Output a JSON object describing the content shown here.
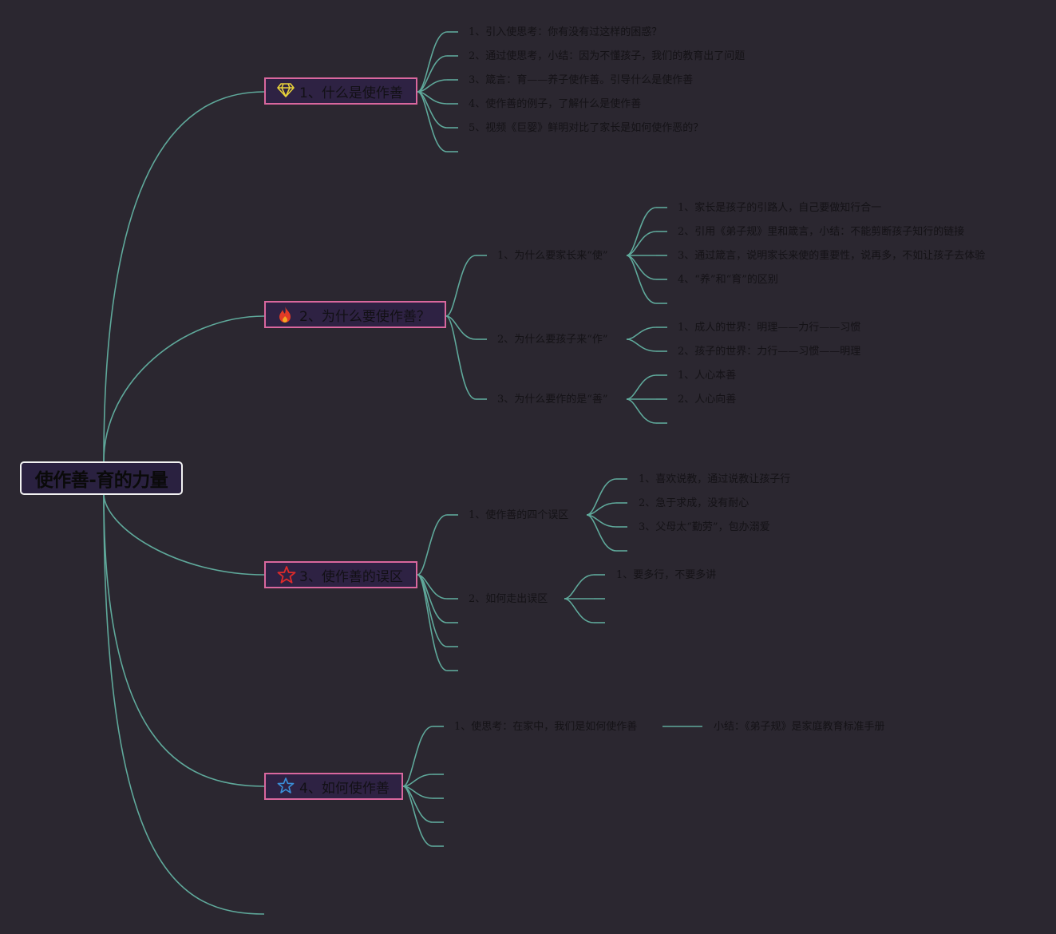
{
  "root": {
    "label": "使作善-育的力量"
  },
  "topics": [
    {
      "label": "1、什么是使作善",
      "icon": "diamond-icon",
      "children": [
        "1、引入使思考：你有没有过这样的困惑？",
        "2、通过使思考，小结：因为不懂孩子，我们的教育出了问题",
        "3、箴言：育——养子使作善。引导什么是使作善",
        "4、使作善的例子，了解什么是使作善",
        "5、视频《巨婴》鲜明对比了家长是如何使作恶的？"
      ]
    },
    {
      "label": "2、为什么要使作善？",
      "icon": "fire-icon",
      "subtopics": [
        {
          "label": "1、为什么要家长来“使”",
          "children": [
            "1、家长是孩子的引路人，自己要做知行合一",
            "2、引用《弟子规》里和箴言，小结：不能剪断孩子知行的链接",
            "3、通过箴言，说明家长来使的重要性，说再多，不如让孩子去体验",
            "4、“养”和“育”的区别"
          ]
        },
        {
          "label": "2、为什么要孩子来“作”",
          "children": [
            "1、成人的世界：明理——力行——习惯",
            "2、孩子的世界：力行——习惯——明理"
          ]
        },
        {
          "label": "3、为什么要作的是“善”",
          "children": [
            "1、人心本善",
            "2、人心向善"
          ]
        }
      ]
    },
    {
      "label": "3、使作善的误区",
      "icon": "star-icon",
      "subtopics": [
        {
          "label": "1、使作善的四个误区",
          "children": [
            "1、喜欢说教，通过说教让孩子行",
            "2、急于求成，没有耐心",
            "3、父母太“勤劳”，包办溺爱"
          ]
        },
        {
          "label": "2、如何走出误区",
          "children": [
            "1、要多行，不要多讲"
          ]
        }
      ]
    },
    {
      "label": "4、如何使作善",
      "icon": "star-outline-icon",
      "subtopics": [
        {
          "label": "1、使思考：在家中，我们是如何使作善",
          "summary": "小结：《弟子规》是家庭教育标准手册"
        }
      ]
    }
  ],
  "colors": {
    "background": "#2b2730",
    "connector": "#5fa99b",
    "topic_border": "#d9679e",
    "topic_fill": "#2e2243",
    "root_border": "#f2f2f2",
    "diamond": "#e8d23a",
    "fire": "#e23b26",
    "star": "#e02a2a",
    "star_outline": "#3a8fd8"
  }
}
